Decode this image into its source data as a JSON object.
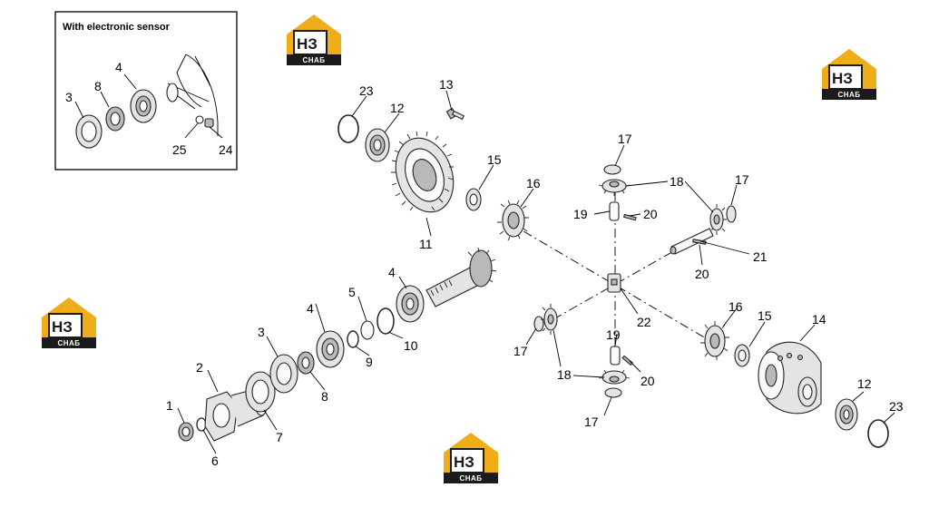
{
  "inset": {
    "title": "With electronic sensor"
  },
  "watermark": {
    "mark": "НЗ",
    "caption": "СНАБ",
    "colors": {
      "roof": "#f0ad1a",
      "base": "#1b1b1b",
      "mark_bg": "#ffffff"
    }
  },
  "callouts": [
    {
      "id": "inset-4",
      "label": "4"
    },
    {
      "id": "inset-8",
      "label": "8"
    },
    {
      "id": "inset-3",
      "label": "3"
    },
    {
      "id": "inset-25",
      "label": "25"
    },
    {
      "id": "inset-24",
      "label": "24"
    },
    {
      "id": "p23-top",
      "label": "23"
    },
    {
      "id": "p12-top",
      "label": "12"
    },
    {
      "id": "p13",
      "label": "13"
    },
    {
      "id": "p15-top",
      "label": "15"
    },
    {
      "id": "p16-top",
      "label": "16"
    },
    {
      "id": "p11",
      "label": "11"
    },
    {
      "id": "p17-a",
      "label": "17"
    },
    {
      "id": "p18-a",
      "label": "18"
    },
    {
      "id": "p17-b",
      "label": "17"
    },
    {
      "id": "p19-a",
      "label": "19"
    },
    {
      "id": "p20-a",
      "label": "20"
    },
    {
      "id": "p21",
      "label": "21"
    },
    {
      "id": "p20-b",
      "label": "20"
    },
    {
      "id": "p4-mid",
      "label": "4"
    },
    {
      "id": "p5",
      "label": "5"
    },
    {
      "id": "p4-left",
      "label": "4"
    },
    {
      "id": "p10",
      "label": "10"
    },
    {
      "id": "p9",
      "label": "9"
    },
    {
      "id": "p3",
      "label": "3"
    },
    {
      "id": "p8",
      "label": "8"
    },
    {
      "id": "p2",
      "label": "2"
    },
    {
      "id": "p7",
      "label": "7"
    },
    {
      "id": "p1",
      "label": "1"
    },
    {
      "id": "p6",
      "label": "6"
    },
    {
      "id": "p22",
      "label": "22"
    },
    {
      "id": "p16-bot",
      "label": "16"
    },
    {
      "id": "p15-bot",
      "label": "15"
    },
    {
      "id": "p14",
      "label": "14"
    },
    {
      "id": "p17-c",
      "label": "17"
    },
    {
      "id": "p18-b",
      "label": "18"
    },
    {
      "id": "p19-b",
      "label": "19"
    },
    {
      "id": "p20-c",
      "label": "20"
    },
    {
      "id": "p17-d",
      "label": "17"
    },
    {
      "id": "p12-bot",
      "label": "12"
    },
    {
      "id": "p23-bot",
      "label": "23"
    }
  ]
}
